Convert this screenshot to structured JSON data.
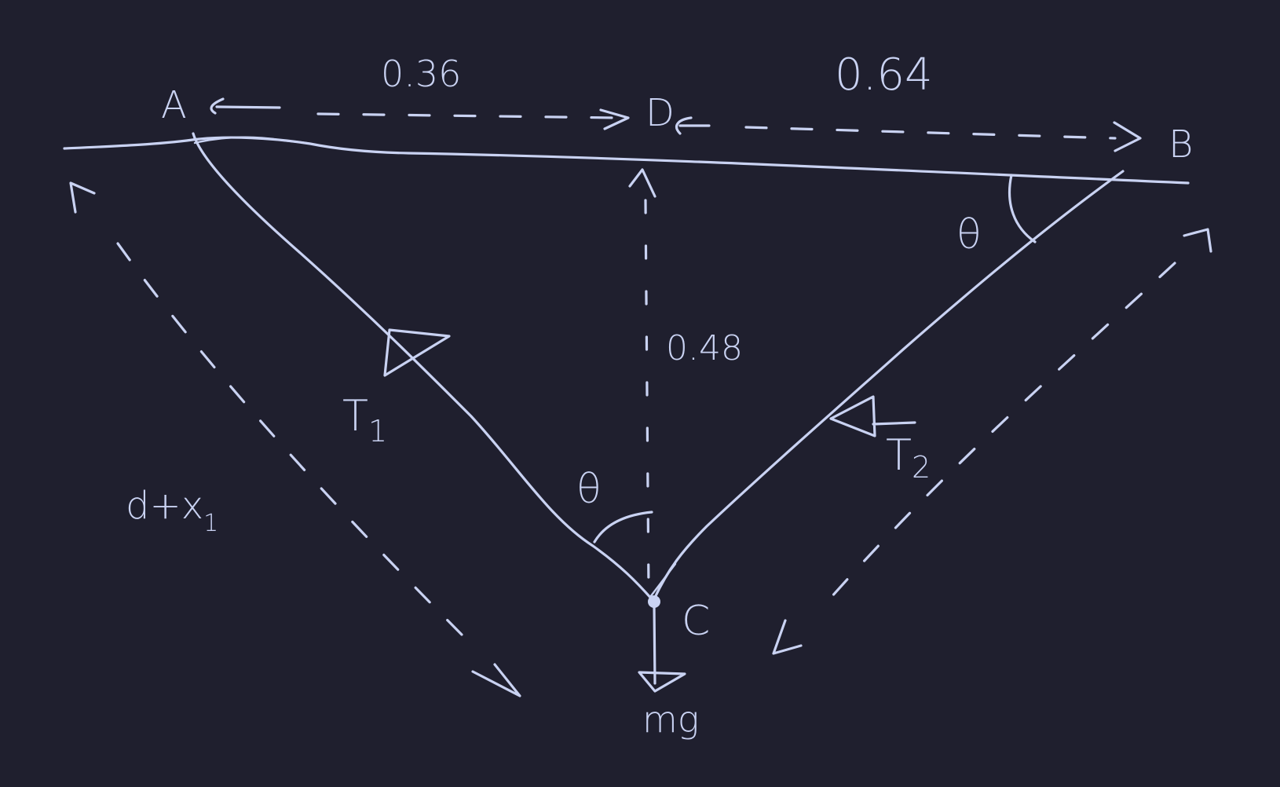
{
  "colors": {
    "background": "#1f1f2e",
    "ink": "#c9d2f2"
  },
  "labels": {
    "point_a": "A",
    "point_b": "B",
    "point_c": "C",
    "point_d": "D",
    "length_ad": "0.36",
    "length_db": "0.64",
    "length_dc": "0.48",
    "angle_b": "θ",
    "angle_c": "θ",
    "tension_1": "T",
    "tension_1_sub": "1",
    "tension_2": "T",
    "tension_2_sub": "2",
    "distance_label": "d+x",
    "distance_sub": "1",
    "weight": "mg"
  }
}
